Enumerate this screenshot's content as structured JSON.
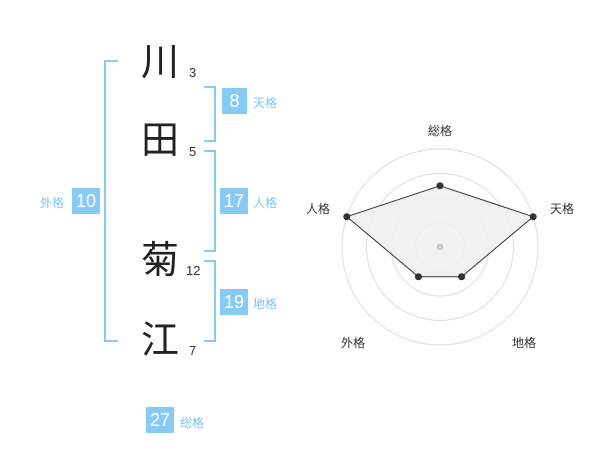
{
  "name": {
    "characters": [
      {
        "char": "川",
        "strokes": "3"
      },
      {
        "char": "田",
        "strokes": "5"
      },
      {
        "char": "菊",
        "strokes": "12"
      },
      {
        "char": "江",
        "strokes": "7"
      }
    ]
  },
  "fortunes": {
    "tenkaku": {
      "value": "8",
      "label": "天格"
    },
    "jinkaku": {
      "value": "17",
      "label": "人格"
    },
    "chikaku": {
      "value": "19",
      "label": "地格"
    },
    "gaikaku": {
      "value": "10",
      "label": "外格"
    },
    "soukaku": {
      "value": "27",
      "label": "総格"
    }
  },
  "colors": {
    "accent": "#87cbf5",
    "accent_text": "#7fc4ee",
    "ring": "#dddddd",
    "fill": "#eeeeee",
    "line": "#333333",
    "center_dot": "#cccccc"
  },
  "chart_data": {
    "type": "radar",
    "axes": [
      "総格",
      "天格",
      "地格",
      "外格",
      "人格"
    ],
    "values": [
      2.5,
      4,
      1.5,
      1.5,
      4
    ],
    "max": 4,
    "rings": 4
  }
}
